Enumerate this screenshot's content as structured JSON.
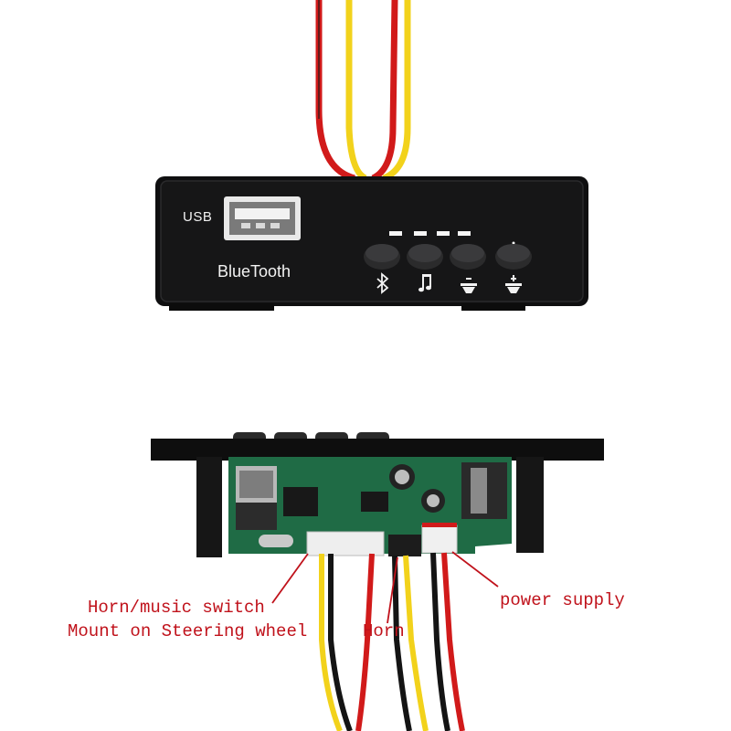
{
  "device": {
    "usb_label": "USB",
    "brand_label": "BlueTooth",
    "buttons": [
      {
        "icon": "bluetooth-icon"
      },
      {
        "icon": "music-note-icon"
      },
      {
        "icon": "volume-down-icon"
      },
      {
        "icon": "volume-up-icon"
      }
    ]
  },
  "annotations": {
    "horn_music_switch": "Horn/music switch",
    "mount_steering": "Mount on Steering wheel",
    "horn": "Horn",
    "power_supply": "power supply"
  },
  "colors": {
    "annotation": "#c0121b",
    "wire_red": "#d11a1a",
    "wire_yellow": "#f2d21b",
    "wire_black": "#141414",
    "pcb_green": "#1f6b45"
  }
}
